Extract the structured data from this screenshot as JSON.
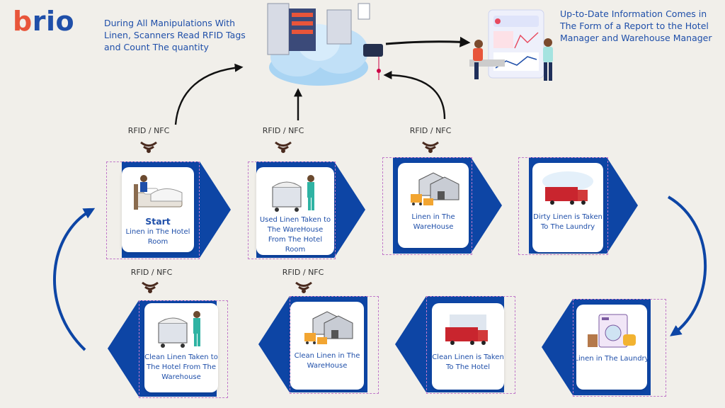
{
  "brand": {
    "logo_text_a": "b",
    "logo_text_b": "rio"
  },
  "header": {
    "intro_text": "During All Manipulations With Linen,  Scanners Read RFID Tags and Count The quantity",
    "report_text": "Up-to-Date Information Comes in The Form of a Report to the Hotel Manager and Warehouse Manager"
  },
  "rfid_label": "RFID / NFC",
  "steps": [
    {
      "id": "start",
      "title": "Start",
      "label": "Linen in The Hotel Room",
      "icon": "bed-icon"
    },
    {
      "id": "used",
      "label": "Used Linen Taken to The WareHouse From The Hotel Room",
      "icon": "linen-cart-icon"
    },
    {
      "id": "warehouse",
      "label": "Linen in The WareHouse",
      "icon": "warehouse-icon"
    },
    {
      "id": "dirty",
      "label": "Dirty Linen is Taken To The Laundry",
      "icon": "truck-icon"
    },
    {
      "id": "laundry",
      "label": "Linen in The Laundry",
      "icon": "washing-machine-icon"
    },
    {
      "id": "clean-truck",
      "label": "Clean Linen is Taken To The Hotel",
      "icon": "truck-icon"
    },
    {
      "id": "clean-warehouse",
      "label": "Clean Linen in The WareHouse",
      "icon": "warehouse-icon"
    },
    {
      "id": "clean-hotel",
      "label": "Clean Linen Taken to The Hotel From The Warehouse",
      "icon": "linen-cart-icon"
    }
  ],
  "colors": {
    "blue": "#0d45a5",
    "accent": "#e8553a",
    "text": "#1f4fa9"
  }
}
